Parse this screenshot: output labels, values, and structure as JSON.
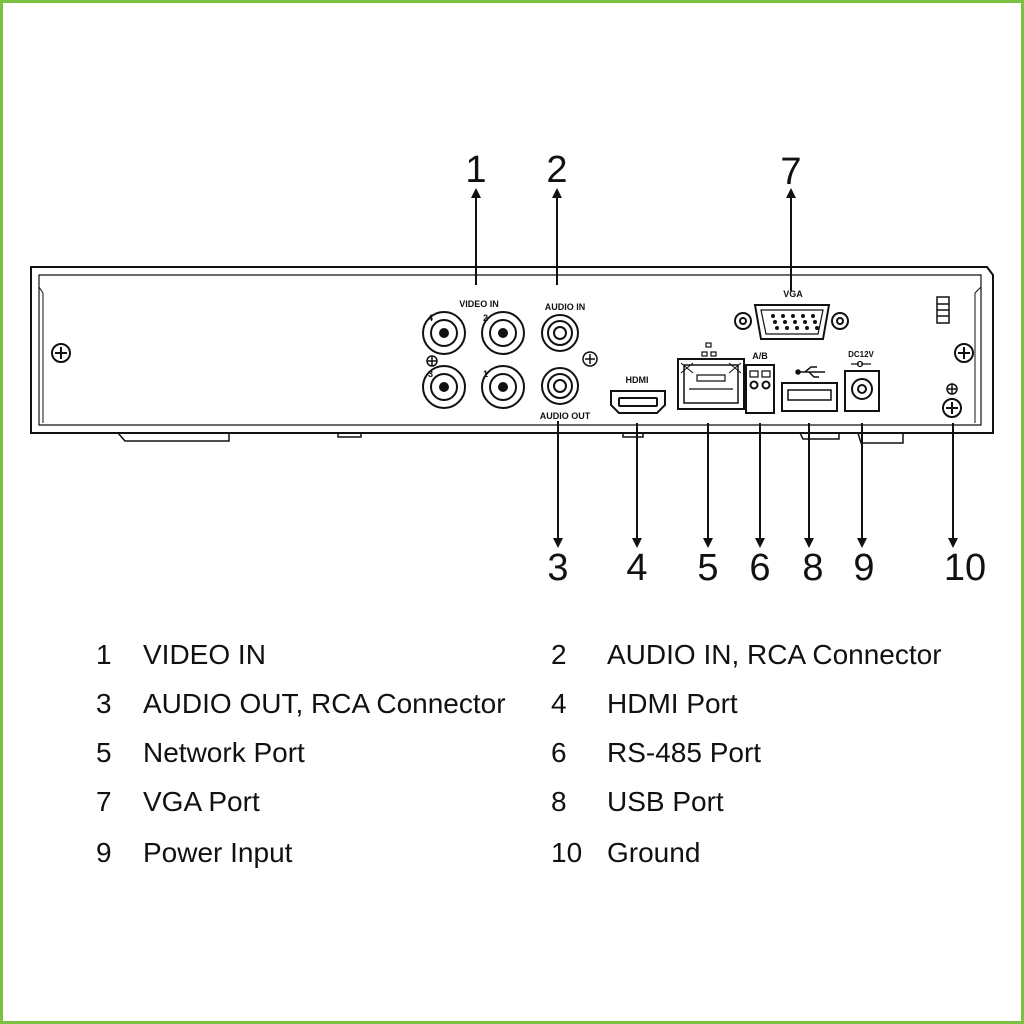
{
  "callouts": [
    "1",
    "2",
    "3",
    "4",
    "5",
    "6",
    "7",
    "8",
    "9",
    "10"
  ],
  "panel_labels": {
    "video_in": "VIDEO IN",
    "audio_in": "AUDIO IN",
    "audio_out": "AUDIO OUT",
    "vga": "VGA",
    "hdmi": "HDMI",
    "ab": "A/B",
    "dc12v": "DC12V",
    "bnc_4": "4",
    "bnc_2": "2",
    "bnc_3": "3",
    "bnc_1": "1"
  },
  "legend": [
    {
      "num": "1",
      "text": "VIDEO IN"
    },
    {
      "num": "2",
      "text": "AUDIO IN, RCA Connector"
    },
    {
      "num": "3",
      "text": "AUDIO OUT, RCA Connector"
    },
    {
      "num": "4",
      "text": "HDMI Port"
    },
    {
      "num": "5",
      "text": "Network Port"
    },
    {
      "num": "6",
      "text": "RS-485 Port"
    },
    {
      "num": "7",
      "text": "VGA Port"
    },
    {
      "num": "8",
      "text": "USB Port"
    },
    {
      "num": "9",
      "text": "Power Input"
    },
    {
      "num": "10",
      "text": "Ground"
    }
  ],
  "colors": {
    "frame": "#7cc242",
    "line": "#111111",
    "background": "#ffffff"
  }
}
